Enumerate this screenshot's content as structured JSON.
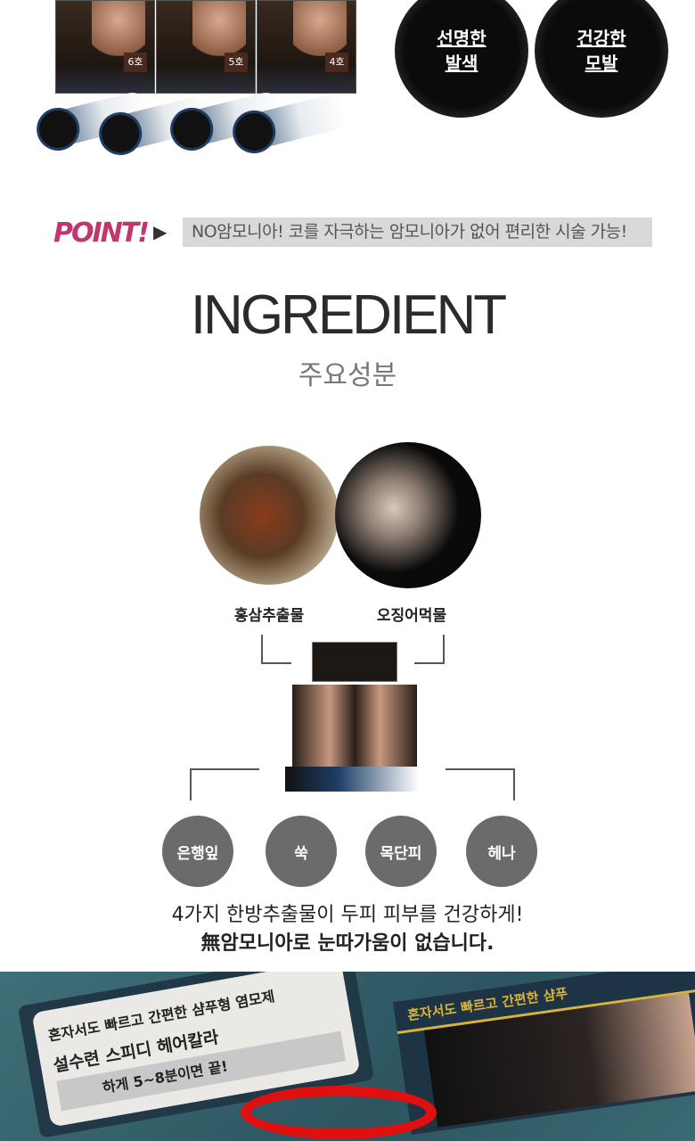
{
  "product_boxes": [
    "6호",
    "5호",
    "4호"
  ],
  "badges": [
    {
      "line1": "선명한",
      "line2": "발색"
    },
    {
      "line1": "건강한",
      "line2": "모발"
    }
  ],
  "point": {
    "label": "POINT!",
    "arrow": "▶",
    "text": "NO암모니아! 코를 자극하는 암모니아가 없어 편리한 시술 가능!"
  },
  "ingredient": {
    "title": "INGREDIENT",
    "subtitle": "주요성분"
  },
  "main_ingredients": [
    "홍삼추출물",
    "오징어먹물"
  ],
  "herbs": [
    "은행잎",
    "쑥",
    "목단피",
    "헤나"
  ],
  "description": {
    "line1": "4가지 한방추출물이 두피 피부를 건강하게!",
    "line2": "無암모니아로 눈따가움이 없습니다."
  },
  "photo": {
    "card_lines": [
      "혼자서도 빠르고 간편한 샴푸형 염모제",
      "설수련 스피디 헤어칼라",
      "하게 5~8분이면 끝!"
    ],
    "box_band": "혼자서도 빠르고 간편한 샴푸"
  }
}
